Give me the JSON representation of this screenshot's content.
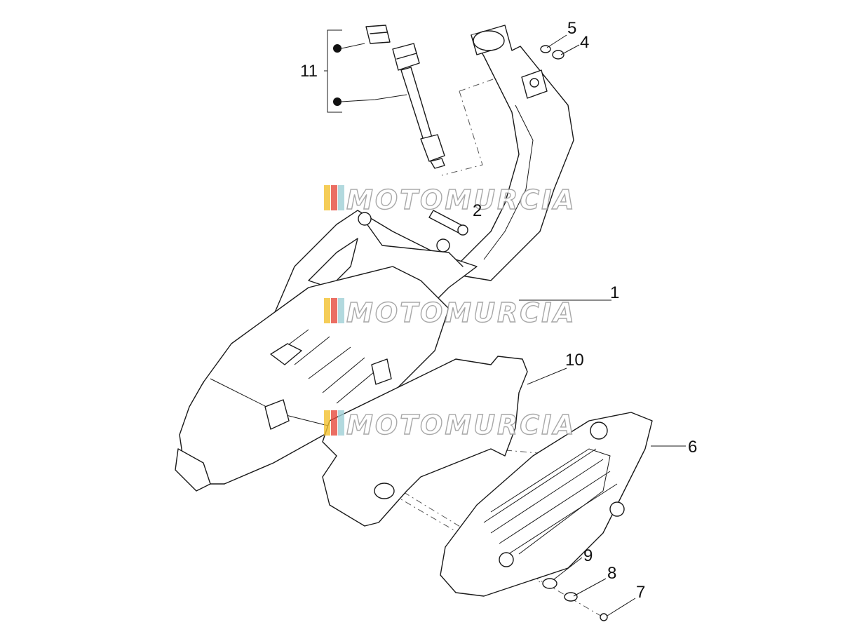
{
  "diagram": {
    "callouts": [
      {
        "id": "c1",
        "label": "1"
      },
      {
        "id": "c2",
        "label": "2"
      },
      {
        "id": "c4",
        "label": "4"
      },
      {
        "id": "c5",
        "label": "5"
      },
      {
        "id": "c6",
        "label": "6"
      },
      {
        "id": "c7",
        "label": "7"
      },
      {
        "id": "c8",
        "label": "8"
      },
      {
        "id": "c9",
        "label": "9"
      },
      {
        "id": "c10",
        "label": "10"
      },
      {
        "id": "c11",
        "label": "11"
      }
    ],
    "watermark": {
      "text": "MOTOMURCIA",
      "stripe_colors": [
        "#f2c12e",
        "#e64a3c",
        "#9fcfd6"
      ]
    }
  }
}
